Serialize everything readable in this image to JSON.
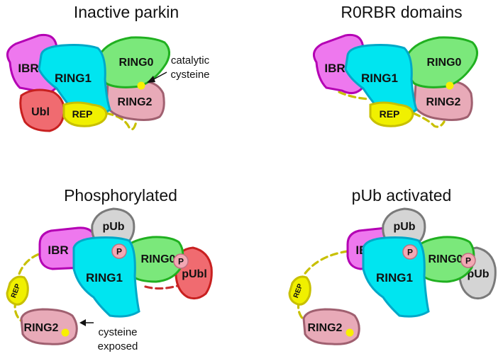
{
  "panels": [
    {
      "title": "Inactive parkin"
    },
    {
      "title": "R0RBR domains"
    },
    {
      "title": "Phosphorylated"
    },
    {
      "title": "pUb activated"
    }
  ],
  "domains": {
    "ibr": "IBR",
    "ring1": "RING1",
    "ring0": "RING0",
    "ring2": "RING2",
    "ubl": "Ubl",
    "rep": "REP",
    "pub": "pUb",
    "publ": "pUbl",
    "phospho": "P"
  },
  "annotations": {
    "catalytic_line1": "catalytic",
    "catalytic_line2": "cysteine",
    "exposed_line1": "cysteine",
    "exposed_line2": "exposed"
  },
  "colors": {
    "ibr": "#ee78ee",
    "ring1": "#00e5f0",
    "ring0": "#7be87b",
    "ring2": "#e8aab8",
    "ubl": "#f06b70",
    "rep": "#f0f000",
    "pub": "#d4d4d4",
    "phospho": "#f2a8b4"
  }
}
